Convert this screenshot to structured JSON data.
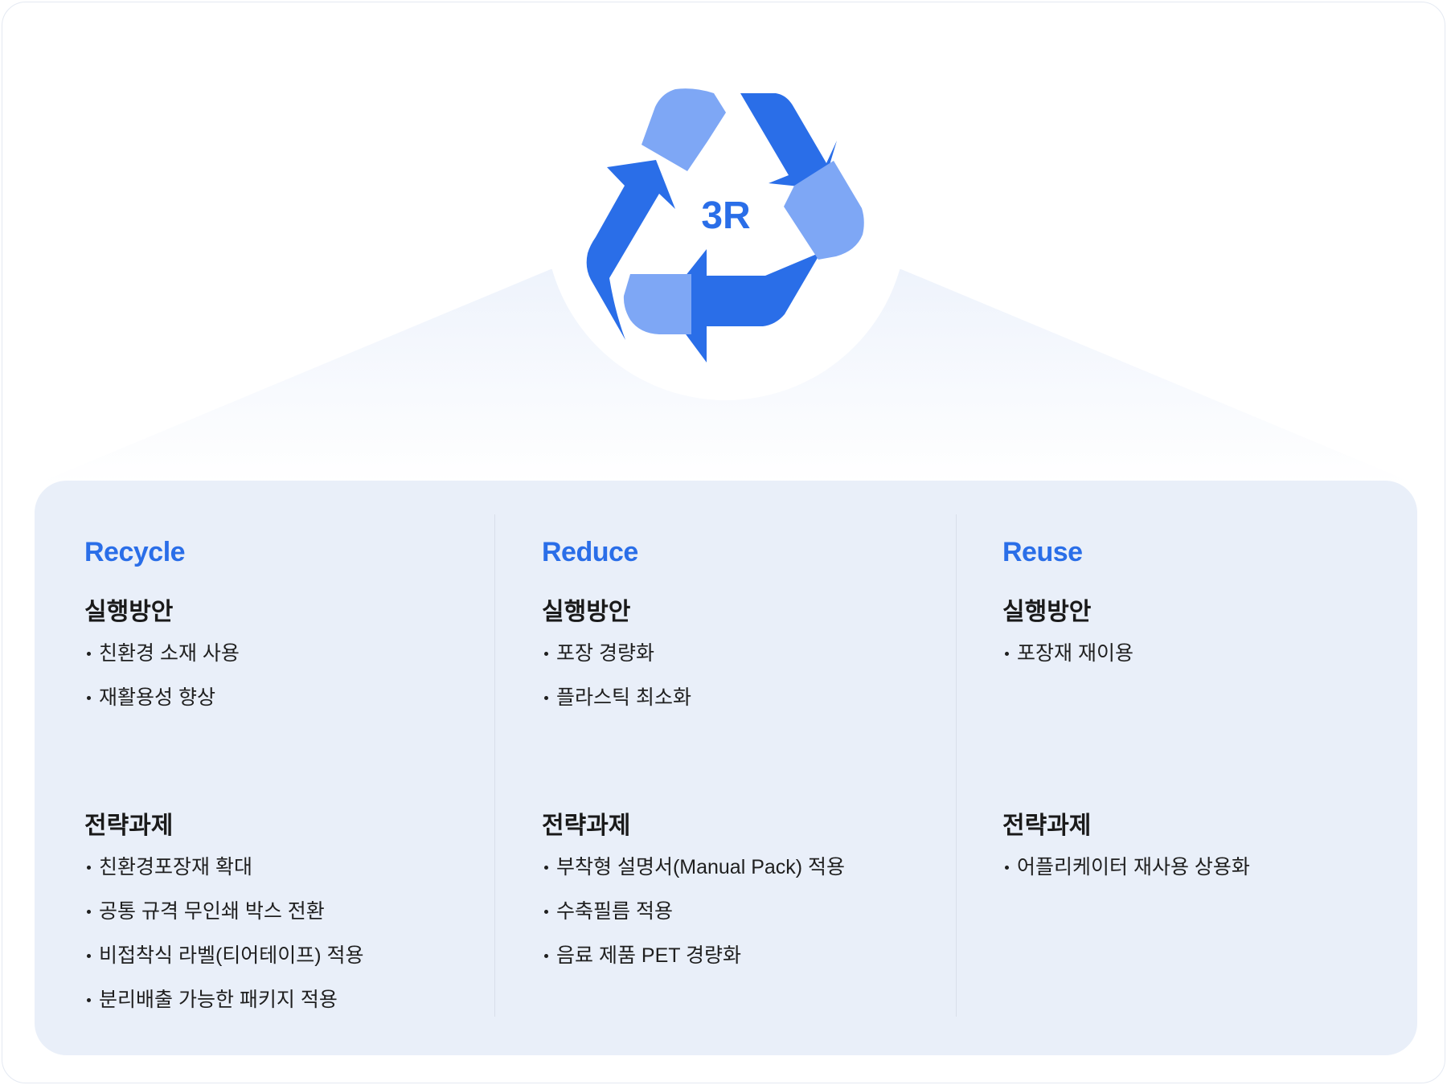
{
  "logo": {
    "label": "3R",
    "colors": {
      "dark": "#2a6ee8",
      "light": "#7ea7f5"
    }
  },
  "columns": [
    {
      "title": "Recycle",
      "measures_heading": "실행방안",
      "measures": [
        "친환경 소재 사용",
        "재활용성 향상"
      ],
      "tasks_heading": "전략과제",
      "tasks": [
        "친환경포장재 확대",
        "공통 규격 무인쇄 박스 전환",
        "비접착식 라벨(티어테이프) 적용",
        "분리배출 가능한 패키지 적용"
      ]
    },
    {
      "title": "Reduce",
      "measures_heading": "실행방안",
      "measures": [
        "포장 경량화",
        "플라스틱 최소화"
      ],
      "tasks_heading": "전략과제",
      "tasks": [
        "부착형 설명서(Manual Pack) 적용",
        "수축필름 적용",
        "음료 제품 PET 경량화"
      ]
    },
    {
      "title": "Reuse",
      "measures_heading": "실행방안",
      "measures": [
        "포장재 재이용"
      ],
      "tasks_heading": "전략과제",
      "tasks": [
        "어플리케이터 재사용 상용화"
      ]
    }
  ],
  "colors": {
    "accent": "#2a6ee8",
    "panel": "#e9eff9",
    "funnel": "#eef3fc"
  }
}
